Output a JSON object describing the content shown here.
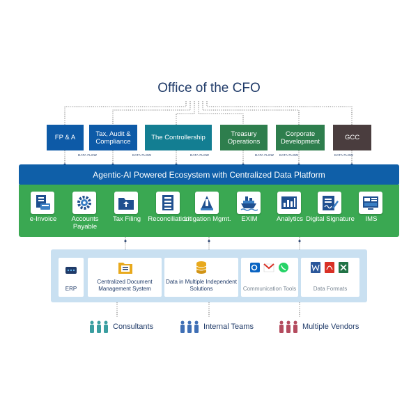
{
  "title": "Office of the CFO",
  "departments": [
    {
      "label": "FP & A",
      "color": "#0d5aa7"
    },
    {
      "label": "Tax, Audit & Compliance",
      "color": "#0d5aa7"
    },
    {
      "label": "The Controllership",
      "color": "#137e92"
    },
    {
      "label": "Treasury Operations",
      "color": "#2e7e4d"
    },
    {
      "label": "Corporate Development",
      "color": "#2e7e4d"
    },
    {
      "label": "GCC",
      "color": "#4a3d3e"
    }
  ],
  "data_flow_label": "DATA FLOW",
  "ecosystem_title": "Agentic-AI Powered Ecosystem with Centralized Data Platform",
  "modules": [
    {
      "label": "e-Invoice",
      "icon": "invoice-icon"
    },
    {
      "label": "Accounts Payable",
      "icon": "gear-icon"
    },
    {
      "label": "Tax Filing",
      "icon": "folder-upload-icon"
    },
    {
      "label": "Reconciliation",
      "icon": "ledger-icon"
    },
    {
      "label": "Litigation Mgmt.",
      "icon": "gavel-icon"
    },
    {
      "label": "EXIM",
      "icon": "ship-icon"
    },
    {
      "label": "Analytics",
      "icon": "bar-chart-icon"
    },
    {
      "label": "Digital Signature",
      "icon": "signature-icon"
    },
    {
      "label": "IMS",
      "icon": "dashboard-icon"
    }
  ],
  "sources": [
    {
      "label": "ERP",
      "icon": "server-icon"
    },
    {
      "label": "Centralized Document Management System",
      "icon": "folder-icon"
    },
    {
      "label": "Data in Multiple Independent Solutions",
      "icon": "database-icon"
    },
    {
      "label": "Communication Tools",
      "icon": "outlook-gmail-whatsapp-icons"
    },
    {
      "label": "Data Formats",
      "icon": "word-pdf-excel-icons"
    }
  ],
  "stakeholders": [
    {
      "label": "Consultants",
      "color": "#3a9ea0"
    },
    {
      "label": "Internal Teams",
      "color": "#3f6fb5"
    },
    {
      "label": "Multiple Vendors",
      "color": "#b44b5e"
    }
  ]
}
